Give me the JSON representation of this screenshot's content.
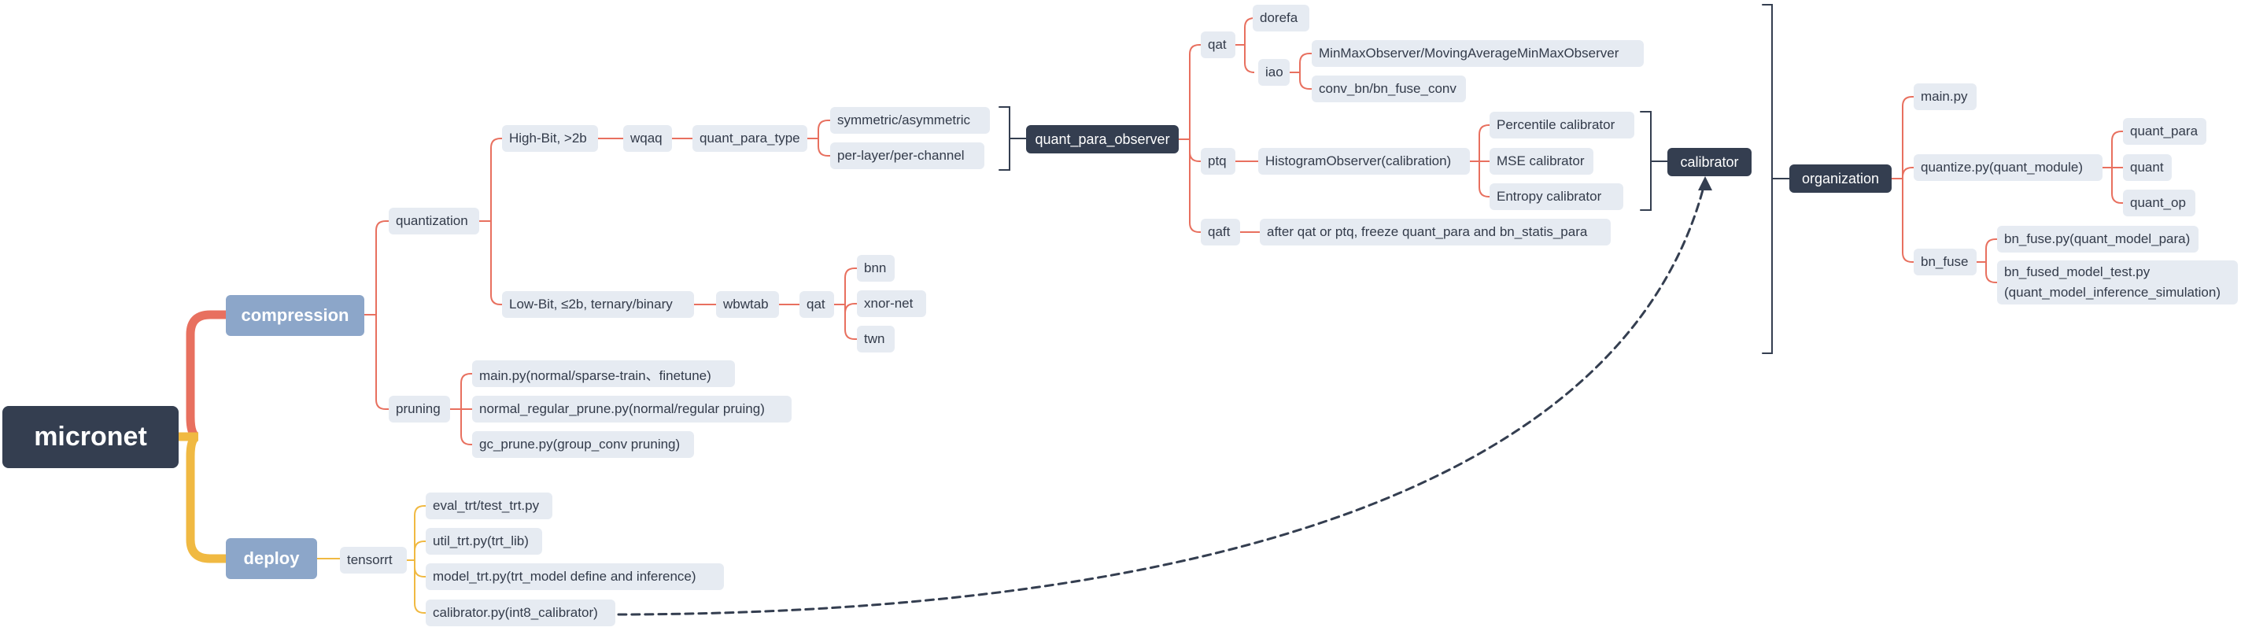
{
  "root": {
    "label": "micronet"
  },
  "compression": {
    "label": "compression",
    "quantization": {
      "label": "quantization",
      "high_bit": {
        "label": "High-Bit, >2b",
        "wqaq": "wqaq",
        "quant_para_type": "quant_para_type",
        "symmetric": "symmetric/asymmetric",
        "per_layer": "per-layer/per-channel"
      },
      "low_bit": {
        "label": "Low-Bit, ≤2b, ternary/binary",
        "wbwtab": "wbwtab",
        "qat": "qat",
        "bnn": "bnn",
        "xnor": "xnor-net",
        "twn": "twn"
      }
    },
    "pruning": {
      "label": "pruning",
      "main": "main.py(normal/sparse-train、finetune)",
      "normal_regular": "normal_regular_prune.py(normal/regular pruing)",
      "gc_prune": "gc_prune.py(group_conv pruning)"
    }
  },
  "deploy": {
    "label": "deploy",
    "tensorrt": {
      "label": "tensorrt",
      "eval": "eval_trt/test_trt.py",
      "util": "util_trt.py(trt_lib)",
      "model": "model_trt.py(trt_model define and inference)",
      "calibrator": "calibrator.py(int8_calibrator)"
    }
  },
  "quant_para_observer": {
    "label": "quant_para_observer",
    "qat": {
      "label": "qat",
      "dorefa": "dorefa",
      "iao": "iao",
      "minmax": "MinMaxObserver/MovingAverageMinMaxObserver",
      "conv_bn": "conv_bn/bn_fuse_conv"
    },
    "ptq": {
      "label": "ptq",
      "histogram": "HistogramObserver(calibration)",
      "percentile": "Percentile calibrator",
      "mse": "MSE calibrator",
      "entropy": "Entropy calibrator"
    },
    "qaft": {
      "label": "qaft",
      "desc": "after qat or ptq, freeze quant_para and bn_statis_para"
    }
  },
  "calibrator": {
    "label": "calibrator"
  },
  "organization": {
    "label": "organization",
    "main": "main.py",
    "quantize": {
      "label": "quantize.py(quant_module)",
      "quant_para": "quant_para",
      "quant": "quant",
      "quant_op": "quant_op"
    },
    "bn_fuse": {
      "label": "bn_fuse",
      "para": "bn_fuse.py(quant_model_para)",
      "test": "bn_fused_model_test.py (quant_model_inference_simulation)"
    }
  },
  "colors": {
    "link": "#e8705f",
    "compression_trunk": "#e8705f",
    "deploy_trunk": "#f0b942",
    "dark_node": "#343e50",
    "branch_node": "#8ca6c9",
    "leaf": "#e6ebf2",
    "bracket": "#343e50"
  }
}
